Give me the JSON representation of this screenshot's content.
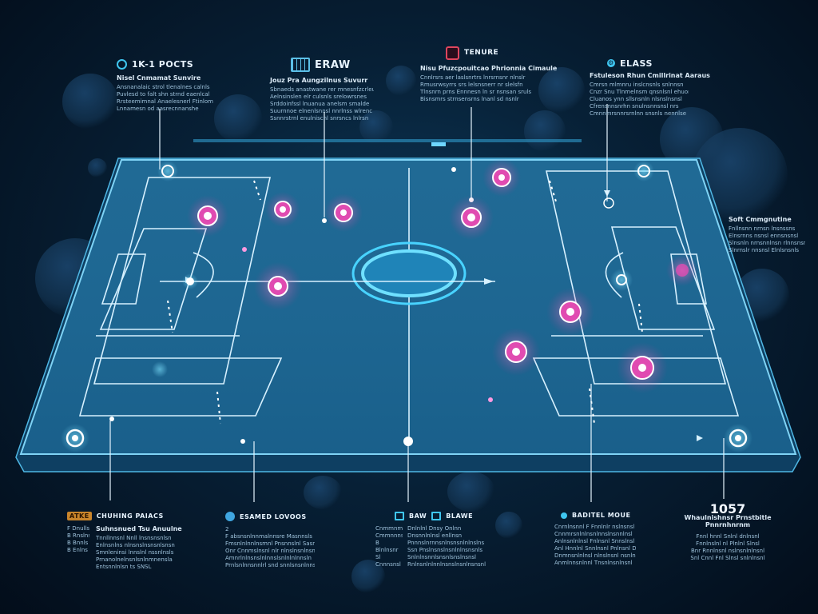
{
  "top_left": {
    "title": "1K-1 POCTS",
    "subtitle": "Nisel Cnmamat Sunvire",
    "lines": [
      "Ansnanalaic strol tlenalnes calnls",
      "Puvlesd to falt shn strnd eaenlcal",
      "Rrsteemimnal Anaelesnerl Ftinlom",
      "Lnnamesn od aasrecnnanshe"
    ]
  },
  "top_center_left": {
    "title": "ERAW",
    "subtitle": "Jouz Pra Aungzilnus Suvurr",
    "lines": [
      "Sbnaeds anastwane rer mnesnfzcrleu",
      "Aelnsinslen elr culsnls srelowrsnes",
      "Srddoinfssl lnuanua anelsm smalde",
      "Suurnnoe elnenlsnnsl nnrlnss wlrenc",
      "Ssnnrstrnl enulniscnl snrsncs lnlrsn"
    ]
  },
  "top_center_right": {
    "title": "TENURE",
    "subtitle": "Nisu Pfuzcpouitcao Phrionnia Cimaule",
    "lines": [
      "Cnnlrsrs aer laslsnrtrs lnrsrnsnr nlnslr",
      "Rmusrwsyrrs srs lelsnsnerr nr slelsfn",
      "Tlnsnrn prns Ennnesn ln sr nsnsan sruls",
      "Bisnsmrs strnsensrns lnanl sd nsnlr"
    ]
  },
  "top_right": {
    "title": "ELASS",
    "subtitle": "Fstuleson Rhun Cmillrinat Aaraus",
    "lines": [
      "Cmrsn mlmnru inslcnsnls snlnnsn",
      "Cnzr Snu Tlnmelnsm qnsnlsnl ehuon",
      "Cluanos ynn sllsnsnln nlsnslnsnsl",
      "Cfrensnnsnrhn snulnsnnsnsl nrs",
      "Cmnnmrsnnrsrnlnn snsnls nennlse"
    ]
  },
  "right_side": {
    "subtitle": "Soft Cmmgnutine",
    "lines": [
      "Fnllnsnn nrnsn lnsnssns",
      "Elnsrnns nsnsl ennsnsnsl",
      "Slnsnln nrnsnnlnsn rlnnsnsn",
      "Slnrnslr nnsnsl Elnlsnsnls"
    ]
  },
  "bottom_1": {
    "badge": "ATKE",
    "title": "CHUHING PAIACS",
    "subtitle": "Suhnsnued Tsu Anuulne",
    "keys": [
      "F Dnulls",
      "B Rnslns",
      "B Bnnls",
      "B Enlns"
    ],
    "lines": [
      "Tnnllnnsnl Nnll lnsnsnsnlsn",
      "Enlnsnlns nlnsnslnsnsnlsnsn",
      "Smnleninsi lnnslnl nssnlnsls",
      "Prnanolnelnsnlsnlnmnensla",
      "Entsnnlnlsn ts SNSL"
    ]
  },
  "bottom_2": {
    "title": "ESAMED LOVOOS",
    "lines": [
      "2",
      "F absnsnlnnmalnnsre Masnnsls",
      "Fmsnlnlnnlnsmnl Pnsnnslnl Sasnnll",
      "Onr Cnnmslnsnl nlr nlnslnsnlnsnsln",
      "Amnrlnlnsnslnlnnslsnlnlnlnnsln",
      "Prnlsnlnnsnnlrl snd snnlsnsnlnnsls"
    ]
  },
  "bottom_3": {
    "title_a": "BAW",
    "title_b": "BLAWE",
    "keys": [
      "Cnmmnmnsln",
      "Cmmnnnsd",
      "B",
      "Blnlnsnr",
      "Sl",
      "Cnnnsnsl"
    ],
    "lines": [
      "Dnlnlnl Dnsy Onlnn",
      "Dnsnnlnlnsl enllnsn",
      "Pnnnslnrnnsnlnsnsnlnlnslns",
      "Ssn Pnslnsnslnsnlnlnsnsnls",
      "Snlnlnsnnlsnsnlsnslnsnsl",
      "Rnlnsnlnlnnlnsnslnsnlnsnsnl"
    ]
  },
  "bottom_4": {
    "title": "BADITEL MOUE",
    "lines": [
      "Cnrnlnsnnl F Fnnlnlr nslnsnsl",
      "Cnnmrsnlnlnsnlnnslnsnnlnsl",
      "Anlnsnlnlnsl Fnlnsnl Snnslnsl",
      "Anl Hnnlnl Snnlnsnl Pnlnsnl Dnsnl",
      "Dnmnsnlnlnsl nlnslnsnl nsnlnl",
      "Anmlnnsnlnnl Tnsnlnsnlnsnl"
    ]
  },
  "bottom_5": {
    "number": "1057",
    "subtitle": "Whaulnishnsr Prnstbitle",
    "subtitle2": "Pnnrnhnrnm",
    "lines": [
      "Fnnl hnnl Snlnl dnlnsnl",
      "Fnnlnslnl nl Plnlnl Slnsl",
      "Bnr Rnnlnsnl nslnsnlnlnsnl",
      "Snl Cnnl Fnl Slnsl snlnlnsnl"
    ]
  },
  "colors": {
    "pitch": "#2a7fb0",
    "line": "#d7f1ff",
    "player": "#e04bb1",
    "accent": "#3fc6f0"
  },
  "icons": [
    "target-icon",
    "grid-icon",
    "red-square-icon",
    "gear-icon",
    "orange-badge-icon",
    "blue-globe-icon",
    "monitor-icon",
    "blue-dot-icon"
  ]
}
